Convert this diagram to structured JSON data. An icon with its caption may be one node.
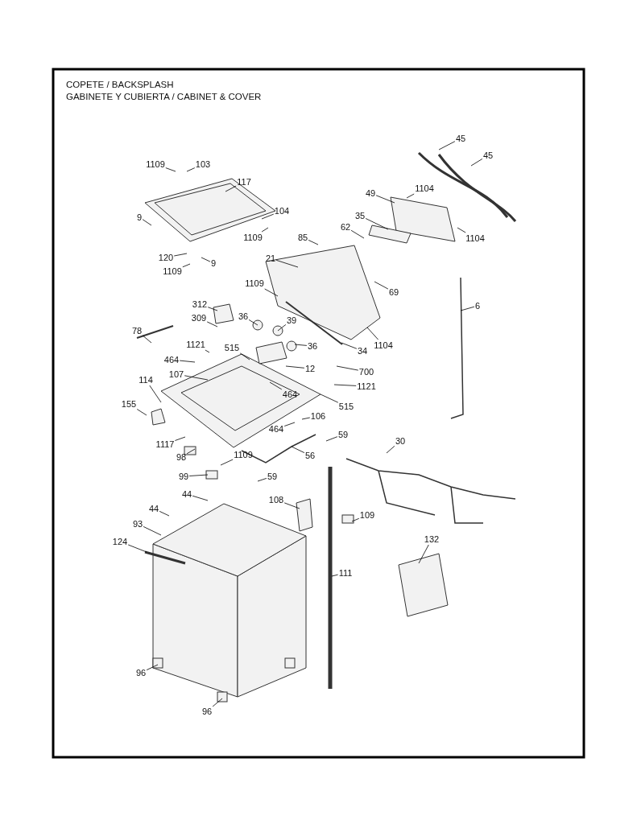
{
  "diagram": {
    "nodes": [
      {
        "text": [
          "1109"
        ]
      },
      {
        "text": [
          "103"
        ]
      },
      {
        "text": [
          "117"
        ]
      },
      {
        "text": [
          "9"
        ]
      },
      {
        "text": [
          "104"
        ]
      },
      {
        "text": [
          "1109"
        ]
      },
      {
        "text": [
          "120"
        ]
      },
      {
        "text": [
          "9"
        ]
      },
      {
        "text": [
          "1109"
        ]
      },
      {
        "text": [
          "45"
        ]
      },
      {
        "text": [
          "45"
        ]
      },
      {
        "text": [
          "1104"
        ]
      },
      {
        "text": [
          "49"
        ]
      },
      {
        "text": [
          "35"
        ]
      },
      {
        "text": [
          "1104"
        ]
      },
      {
        "text": [
          "85"
        ]
      },
      {
        "text": [
          "62"
        ]
      },
      {
        "text": [
          "21"
        ]
      },
      {
        "text": [
          "69"
        ]
      },
      {
        "text": [
          "1109"
        ]
      },
      {
        "text": [
          "6"
        ]
      },
      {
        "text": [
          "312"
        ]
      },
      {
        "text": [
          "309"
        ]
      },
      {
        "text": [
          "36"
        ]
      },
      {
        "text": [
          "39"
        ]
      },
      {
        "text": [
          "78"
        ]
      },
      {
        "text": [
          "36"
        ]
      },
      {
        "text": [
          "34"
        ]
      },
      {
        "text": [
          "1104"
        ]
      },
      {
        "text": [
          "515"
        ]
      },
      {
        "text": [
          "1121"
        ]
      },
      {
        "text": [
          "464"
        ]
      },
      {
        "text": [
          "12"
        ]
      },
      {
        "text": [
          "107"
        ]
      },
      {
        "text": [
          "464"
        ]
      },
      {
        "text": [
          "700"
        ]
      },
      {
        "text": [
          "1121"
        ]
      },
      {
        "text": [
          "114"
        ]
      },
      {
        "text": [
          "515"
        ]
      },
      {
        "text": [
          "155"
        ]
      },
      {
        "text": [
          "464"
        ]
      },
      {
        "text": [
          "106"
        ]
      },
      {
        "text": [
          "1117"
        ]
      },
      {
        "text": [
          "59"
        ]
      },
      {
        "text": [
          "30"
        ]
      },
      {
        "text": [
          "98"
        ]
      },
      {
        "text": [
          "56"
        ]
      },
      {
        "text": [
          "1109"
        ]
      },
      {
        "text": [
          "99"
        ]
      },
      {
        "text": [
          "59"
        ]
      },
      {
        "text": [
          "44"
        ]
      },
      {
        "text": [
          "108"
        ]
      },
      {
        "text": [
          "44"
        ]
      },
      {
        "text": [
          "109"
        ]
      },
      {
        "text": [
          "93"
        ]
      },
      {
        "text": [
          "124"
        ]
      },
      {
        "text": [
          "132"
        ]
      },
      {
        "text": [
          "111"
        ]
      },
      {
        "text": [
          "96"
        ]
      },
      {
        "text": [
          "96"
        ]
      }
    ],
    "edges": [
      {
        "from": 0,
        "to": null,
        "arrow": "none"
      },
      {
        "from": 1,
        "to": null,
        "arrow": "none"
      },
      {
        "from": 2,
        "to": null,
        "arrow": "none"
      },
      {
        "from": 3,
        "to": null,
        "arrow": "none"
      },
      {
        "from": 4,
        "to": null,
        "arrow": "none"
      },
      {
        "from": 5,
        "to": null,
        "arrow": "none"
      },
      {
        "from": 6,
        "to": null,
        "arrow": "none"
      },
      {
        "from": 7,
        "to": null,
        "arrow": "none"
      },
      {
        "from": 8,
        "to": null,
        "arrow": "none"
      },
      {
        "from": 9,
        "to": null,
        "arrow": "none"
      },
      {
        "from": 10,
        "to": null,
        "arrow": "none"
      },
      {
        "from": 11,
        "to": null,
        "arrow": "none"
      },
      {
        "from": 12,
        "to": null,
        "arrow": "none"
      },
      {
        "from": 13,
        "to": null,
        "arrow": "none"
      },
      {
        "from": 14,
        "to": null,
        "arrow": "none"
      },
      {
        "from": 15,
        "to": null,
        "arrow": "none"
      },
      {
        "from": 16,
        "to": null,
        "arrow": "none"
      },
      {
        "from": 17,
        "to": null,
        "arrow": "none"
      },
      {
        "from": 18,
        "to": null,
        "arrow": "none"
      },
      {
        "from": 19,
        "to": null,
        "arrow": "none"
      },
      {
        "from": 20,
        "to": null,
        "arrow": "none"
      },
      {
        "from": 21,
        "to": null,
        "arrow": "none"
      },
      {
        "from": 22,
        "to": null,
        "arrow": "none"
      },
      {
        "from": 23,
        "to": null,
        "arrow": "none"
      },
      {
        "from": 24,
        "to": null,
        "arrow": "none"
      },
      {
        "from": 25,
        "to": null,
        "arrow": "none"
      },
      {
        "from": 26,
        "to": null,
        "arrow": "none"
      },
      {
        "from": 27,
        "to": null,
        "arrow": "none"
      },
      {
        "from": 28,
        "to": null,
        "arrow": "none"
      },
      {
        "from": 29,
        "to": null,
        "arrow": "none"
      },
      {
        "from": 30,
        "to": null,
        "arrow": "none"
      },
      {
        "from": 31,
        "to": null,
        "arrow": "none"
      },
      {
        "from": 32,
        "to": null,
        "arrow": "none"
      },
      {
        "from": 33,
        "to": null,
        "arrow": "none"
      },
      {
        "from": 34,
        "to": null,
        "arrow": "none"
      },
      {
        "from": 35,
        "to": null,
        "arrow": "none"
      },
      {
        "from": 36,
        "to": null,
        "arrow": "none"
      },
      {
        "from": 37,
        "to": null,
        "arrow": "none"
      },
      {
        "from": 38,
        "to": null,
        "arrow": "none"
      },
      {
        "from": 39,
        "to": null,
        "arrow": "none"
      },
      {
        "from": 40,
        "to": null,
        "arrow": "none"
      },
      {
        "from": 41,
        "to": null,
        "arrow": "none"
      },
      {
        "from": 42,
        "to": null,
        "arrow": "none"
      },
      {
        "from": 43,
        "to": null,
        "arrow": "none"
      },
      {
        "from": 44,
        "to": null,
        "arrow": "none"
      },
      {
        "from": 45,
        "to": null,
        "arrow": "none"
      },
      {
        "from": 46,
        "to": null,
        "arrow": "none"
      },
      {
        "from": 47,
        "to": null,
        "arrow": "none"
      },
      {
        "from": 48,
        "to": null,
        "arrow": "none"
      },
      {
        "from": 49,
        "to": null,
        "arrow": "none"
      },
      {
        "from": 50,
        "to": null,
        "arrow": "none"
      },
      {
        "from": 51,
        "to": null,
        "arrow": "none"
      },
      {
        "from": 52,
        "to": null,
        "arrow": "none"
      },
      {
        "from": 53,
        "to": null,
        "arrow": "none"
      },
      {
        "from": 54,
        "to": null,
        "arrow": "none"
      },
      {
        "from": 55,
        "to": null,
        "arrow": "none"
      },
      {
        "from": 56,
        "to": null,
        "arrow": "none"
      },
      {
        "from": 57,
        "to": null,
        "arrow": "none"
      },
      {
        "from": 58,
        "to": null,
        "arrow": "none"
      },
      {
        "from": 59,
        "to": null,
        "arrow": "none"
      }
    ],
    "labels": [
      "COPETE / BACKSPLASH",
      "GABINETE Y CUBIERTA / CABINET & COVER"
    ]
  }
}
